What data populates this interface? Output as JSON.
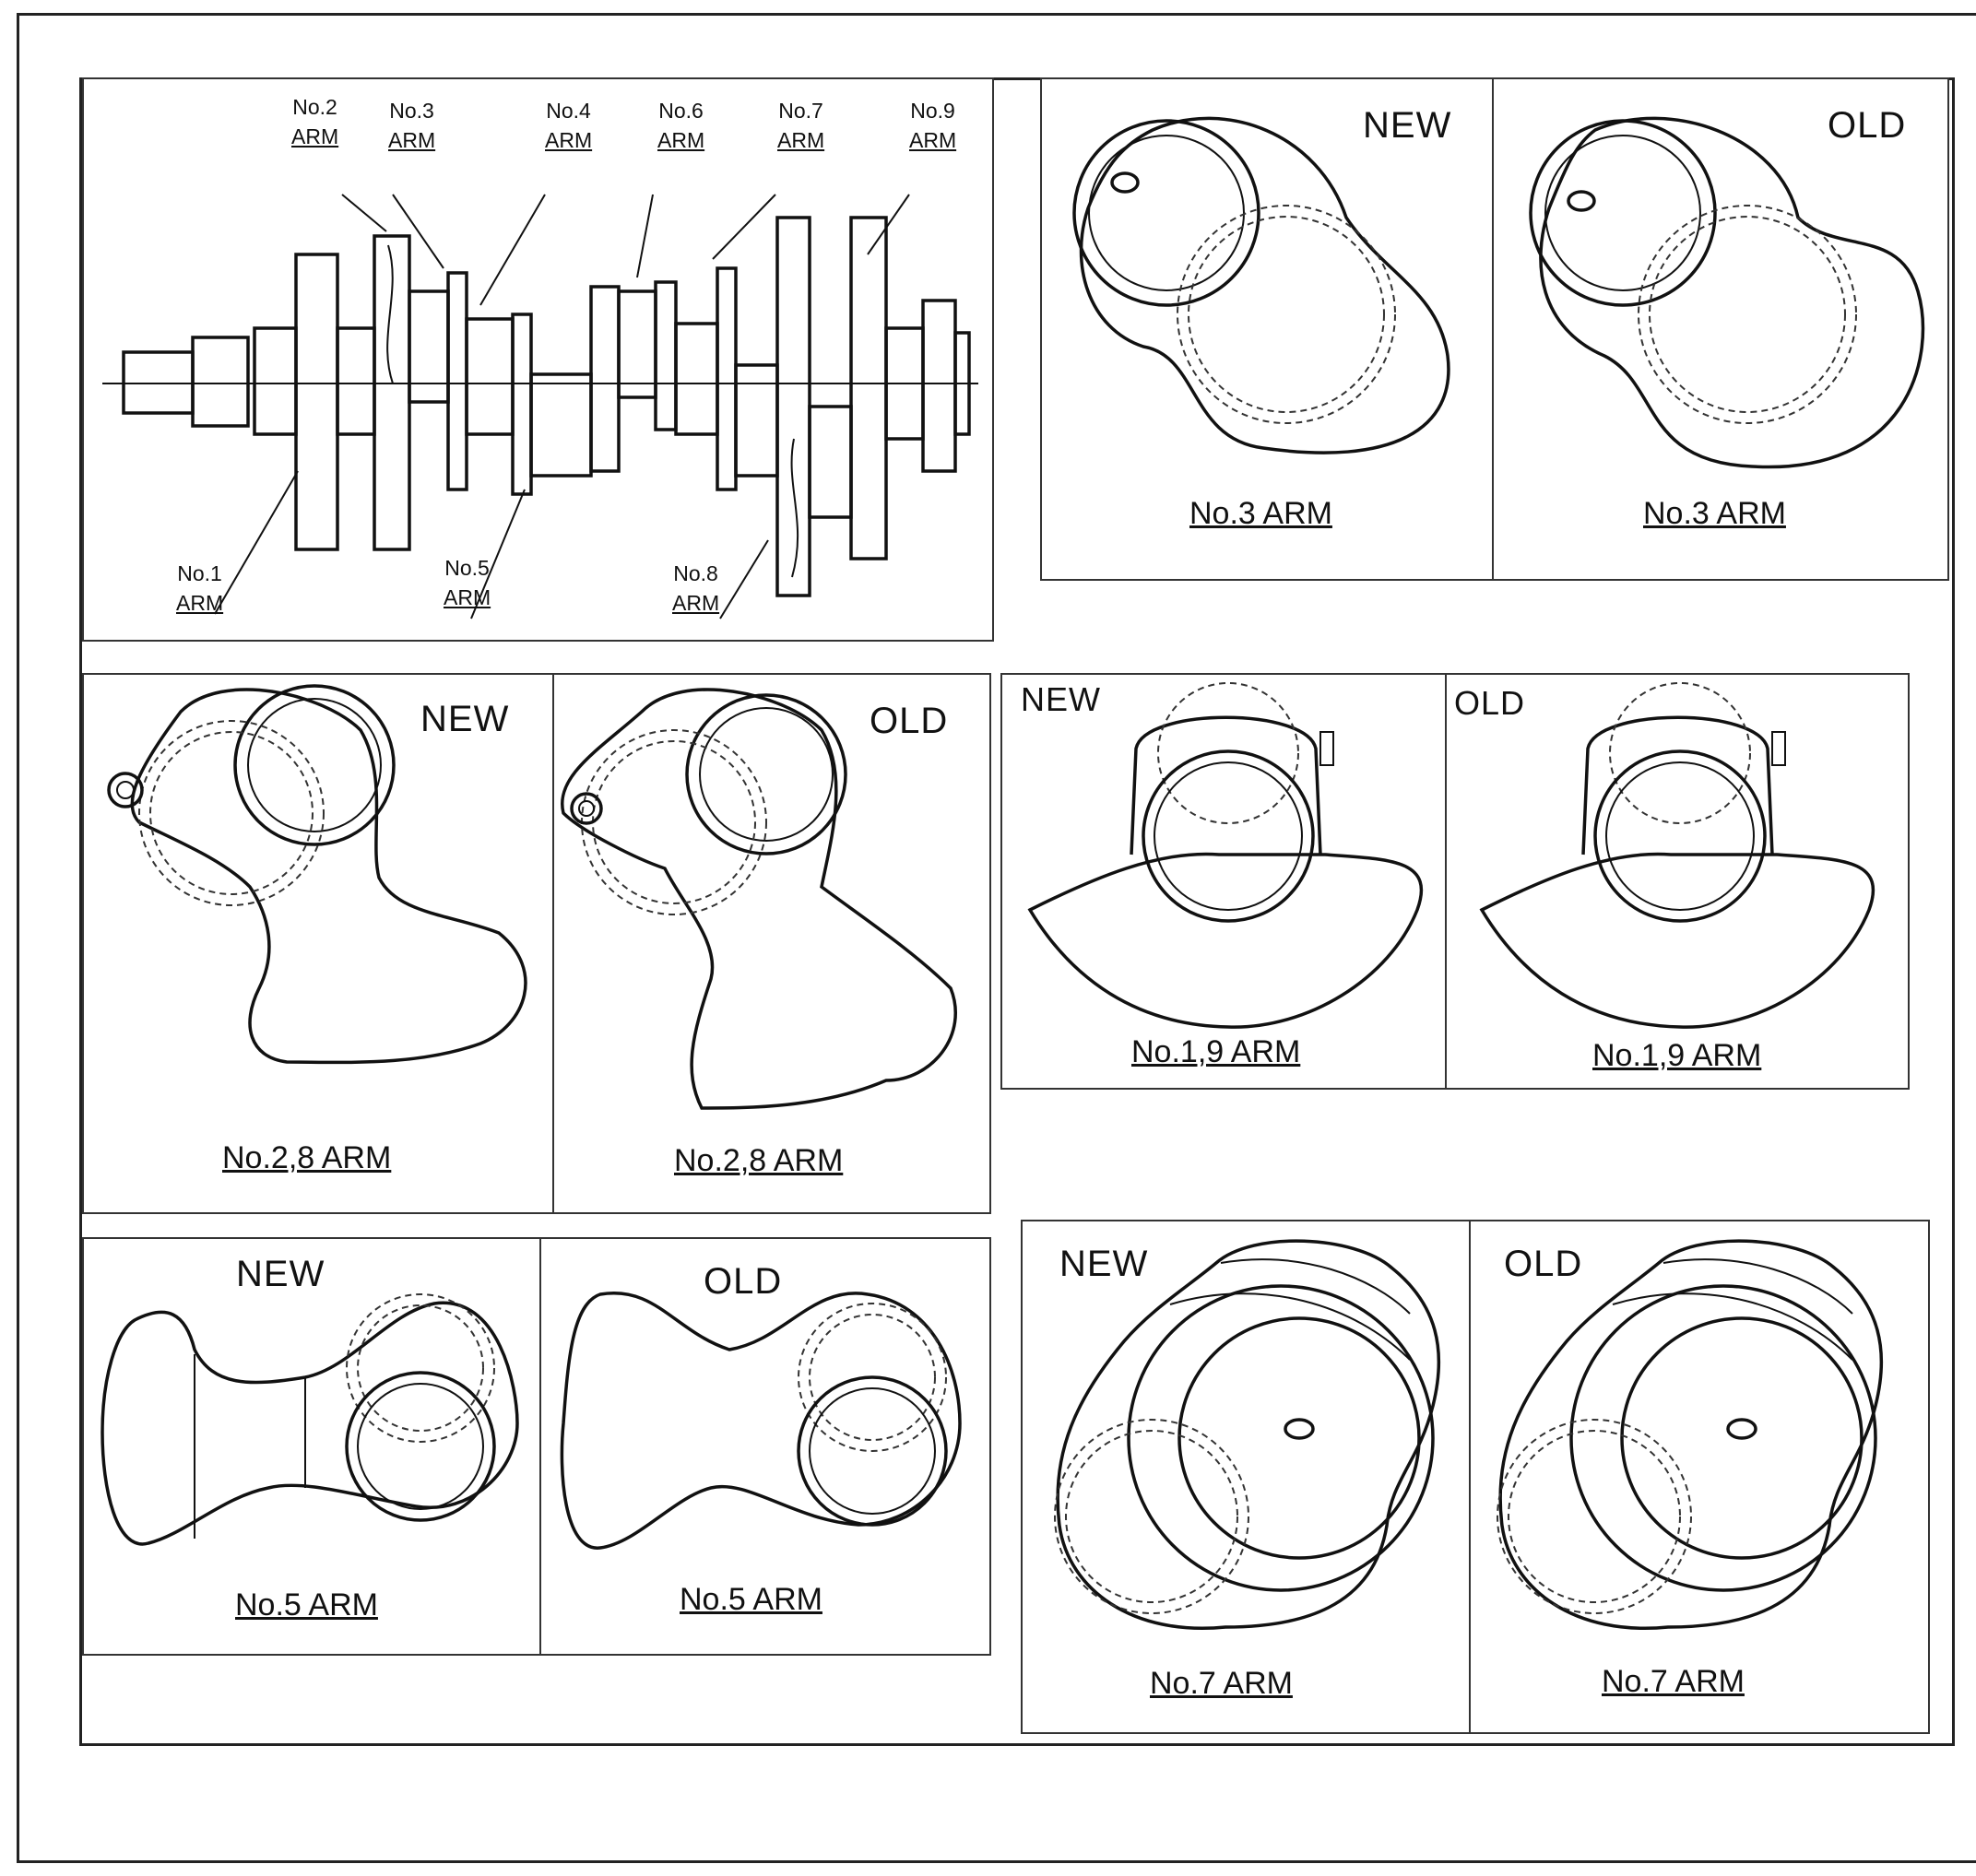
{
  "crankshaft": {
    "labels": [
      {
        "no": "No.1",
        "arm": "ARM"
      },
      {
        "no": "No.2",
        "arm": "ARM"
      },
      {
        "no": "No.3",
        "arm": "ARM"
      },
      {
        "no": "No.4",
        "arm": "ARM"
      },
      {
        "no": "No.5",
        "arm": "ARM"
      },
      {
        "no": "No.6",
        "arm": "ARM"
      },
      {
        "no": "No.7",
        "arm": "ARM"
      },
      {
        "no": "No.8",
        "arm": "ARM"
      },
      {
        "no": "No.9",
        "arm": "ARM"
      }
    ]
  },
  "comparisons": {
    "no3": {
      "new_tag": "NEW",
      "old_tag": "OLD",
      "new_caption": "No.3 ARM",
      "old_caption": "No.3 ARM"
    },
    "no28": {
      "new_tag": "NEW",
      "old_tag": "OLD",
      "new_caption": "No.2,8 ARM",
      "old_caption": "No.2,8 ARM"
    },
    "no19": {
      "new_tag": "NEW",
      "old_tag": "OLD",
      "new_caption": "No.1,9 ARM",
      "old_caption": "No.1,9 ARM"
    },
    "no5": {
      "new_tag": "NEW",
      "old_tag": "OLD",
      "new_caption": "No.5 ARM",
      "old_caption": "No.5 ARM"
    },
    "no7": {
      "new_tag": "NEW",
      "old_tag": "OLD",
      "new_caption": "No.7 ARM",
      "old_caption": "No.7 ARM"
    }
  }
}
